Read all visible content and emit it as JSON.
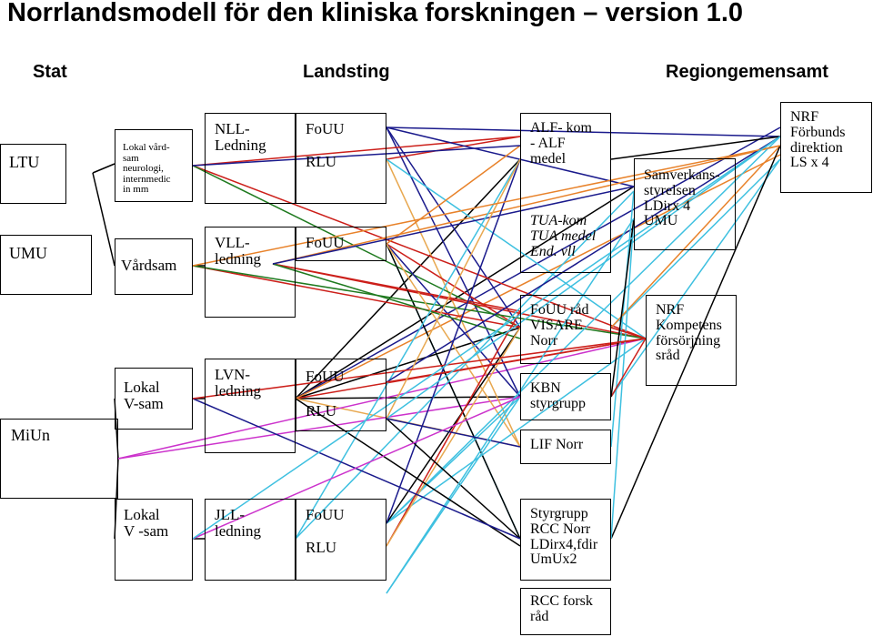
{
  "title": "Norrlandsmodell för den kliniska forskningen – version 1.0",
  "headers": {
    "stat": "Stat",
    "landsting": "Landsting",
    "regiongemensamt": "Regiongemensamt"
  },
  "nodes": {
    "ltu": "LTU",
    "umu": "UMU",
    "miun": "MiUn",
    "lokal_vardsam_small": "Lokal vård-\nsam\nneurologi,\ninternmedic\nin mm",
    "vardsam": "Vårdsam",
    "lokal_vsam_lvn": "Lokal\nV-sam",
    "lokal_vsam_jll": "Lokal\nV -sam",
    "nll_ledning": "NLL-\nLedning",
    "vll_ledning": "VLL-\nledning",
    "lvn_ledning": "LVN-\nledning",
    "jll_ledning": "JLL-\nledning",
    "nll_fouu": "FoUU",
    "nll_rlu": "RLU",
    "vll_fouu": "FoUU",
    "lvn_fouu": "FoUU",
    "lvn_rlu": "RLU",
    "jll_fouu": "FoUU",
    "jll_rlu": "RLU",
    "alf_kom": "ALF- kom\n- ALF\nmedel",
    "tua_kom": "TUA-kom\nTUA medel\nEnd. vll",
    "samverkan": "Samverkans-\nstyrelsen\nLDirx 4\nUMU",
    "nrf_forbund": "NRF\nFörbunds\ndirektion\nLS x 4",
    "fouu_rad": "FoUU råd\nVISARE\nNorr",
    "kbn": "KBN\nstyrgrupp",
    "lif_norr": "LIF Norr",
    "nrf_kompetens": "NRF\nKompetens\nförsörjning\nsråd",
    "styrgrupp_rcc": "Styrgrupp\nRCC Norr\nLDirx4,fdir\nUmUx2",
    "rcc_forsk": "RCC forsk\nråd"
  },
  "colors": {
    "black": "#000000",
    "red": "#cc1f1a",
    "navy": "#1a1a8c",
    "green": "#1f7a1f",
    "orange": "#e8822a",
    "light_orange": "#e8a850",
    "cyan": "#3ec0e0",
    "magenta": "#cc33cc"
  }
}
